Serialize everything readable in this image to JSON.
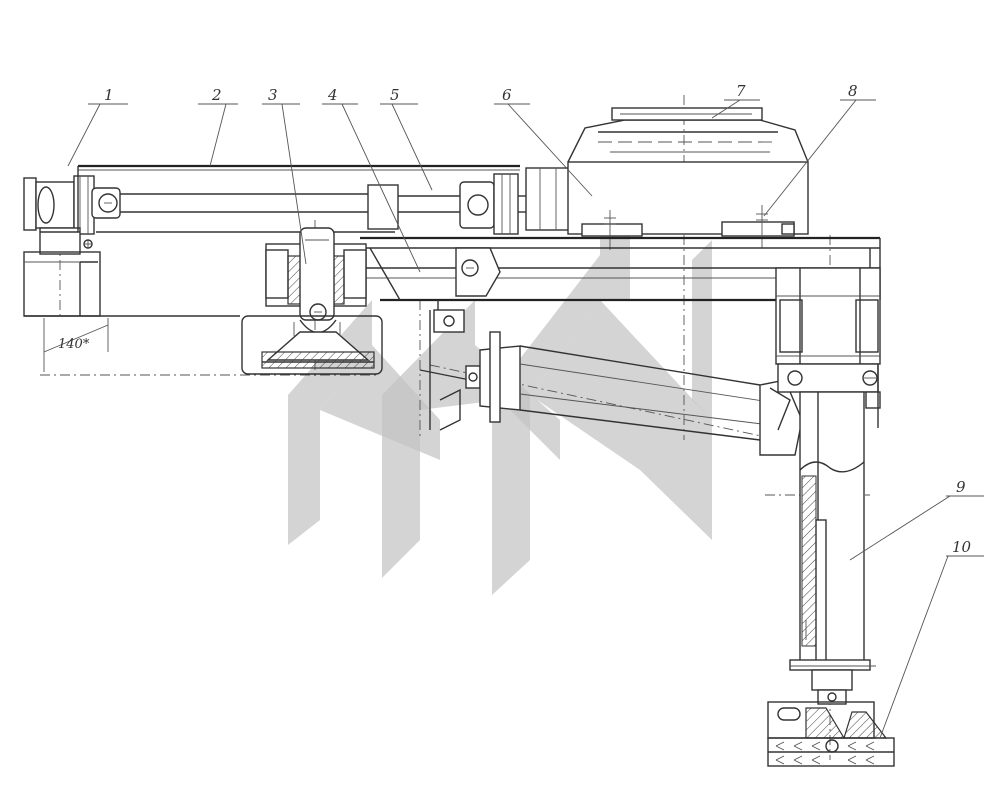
{
  "callouts": [
    "1",
    "2",
    "3",
    "4",
    "5",
    "6",
    "7",
    "8",
    "9",
    "10"
  ],
  "dimension_label": "140*"
}
